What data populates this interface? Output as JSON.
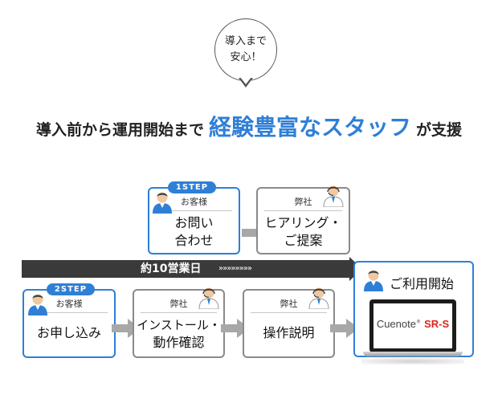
{
  "bubble": {
    "line1": "導入まで",
    "line2": "安心！"
  },
  "headline": {
    "pre": "導入前から運用開始まで",
    "emphasis": "経験豊富なスタッフ",
    "post": "が支援"
  },
  "band": {
    "label": "約10営業日",
    "chevrons": "»»»»»»»»"
  },
  "steps": {
    "step1": {
      "badge": "1STEP",
      "customer": {
        "who": "お客様",
        "line1": "お問い",
        "line2": "合わせ"
      },
      "staff": {
        "who": "弊社",
        "line1": "ヒアリング・",
        "line2": "ご提案"
      }
    },
    "step2": {
      "badge": "2STEP",
      "customer": {
        "who": "お客様",
        "text": "お申し込み"
      },
      "install": {
        "who": "弊社",
        "line1": "インストール・",
        "line2": "動作確認"
      },
      "explain": {
        "who": "弊社",
        "text": "操作説明"
      }
    }
  },
  "start": {
    "title": "ご利用開始",
    "logo_main": "Cuenote",
    "logo_mark": "®",
    "logo_sub": "SR-S"
  },
  "colors": {
    "accent": "#2f7fd6",
    "band": "#3a3a3a",
    "arrow": "#a8a8a8",
    "logo_red": "#e2231a"
  },
  "icons": {
    "customer": "customer-person-icon",
    "staff": "staff-headset-icon",
    "flow": "flow-arrow-icon"
  }
}
